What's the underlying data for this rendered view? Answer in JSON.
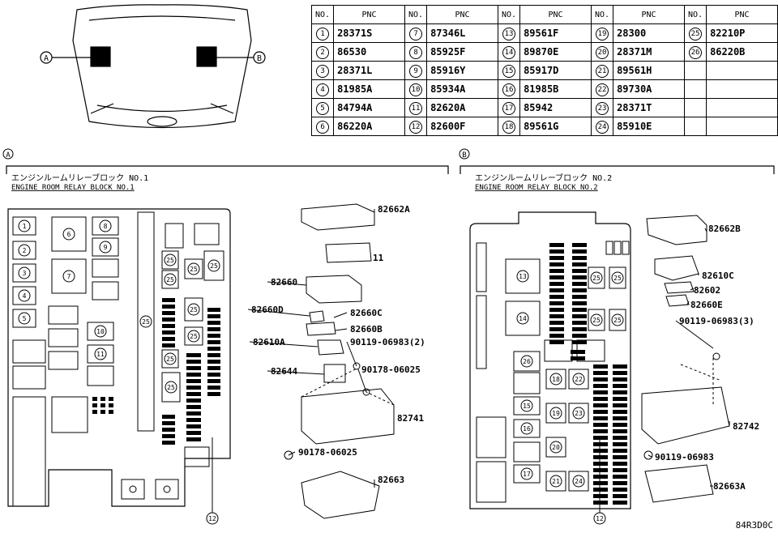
{
  "table": {
    "headers": {
      "no": "NO.",
      "pnc": "PNC"
    },
    "rows": [
      [
        {
          "no": "1",
          "pnc": "28371S"
        },
        {
          "no": "7",
          "pnc": "87346L"
        },
        {
          "no": "13",
          "pnc": "89561F"
        },
        {
          "no": "19",
          "pnc": "28300"
        },
        {
          "no": "25",
          "pnc": "82210P"
        }
      ],
      [
        {
          "no": "2",
          "pnc": "86530"
        },
        {
          "no": "8",
          "pnc": "85925F"
        },
        {
          "no": "14",
          "pnc": "89870E"
        },
        {
          "no": "20",
          "pnc": "28371M"
        },
        {
          "no": "26",
          "pnc": "86220B"
        }
      ],
      [
        {
          "no": "3",
          "pnc": "28371L"
        },
        {
          "no": "9",
          "pnc": "85916Y"
        },
        {
          "no": "15",
          "pnc": "85917D"
        },
        {
          "no": "21",
          "pnc": "89561H"
        }
      ],
      [
        {
          "no": "4",
          "pnc": "81985A"
        },
        {
          "no": "10",
          "pnc": "85934A"
        },
        {
          "no": "16",
          "pnc": "81985B"
        },
        {
          "no": "22",
          "pnc": "89730A"
        }
      ],
      [
        {
          "no": "5",
          "pnc": "84794A"
        },
        {
          "no": "11",
          "pnc": "82620A"
        },
        {
          "no": "17",
          "pnc": "85942"
        },
        {
          "no": "23",
          "pnc": "28371T"
        }
      ],
      [
        {
          "no": "6",
          "pnc": "86220A"
        },
        {
          "no": "12",
          "pnc": "82600F"
        },
        {
          "no": "18",
          "pnc": "89561G"
        },
        {
          "no": "24",
          "pnc": "85910E"
        }
      ]
    ]
  },
  "car": {
    "marker_a": "A",
    "marker_b": "B"
  },
  "section_a": {
    "marker": "A",
    "title_jp": "エンジンルームリレーブロック NO.1",
    "title_en": "ENGINE ROOM RELAY BLOCK NO.1",
    "parts": [
      "82662A",
      "11",
      "82660",
      "82660D",
      "82660C",
      "82660B",
      "82610A",
      "90119-06983(2)",
      "82644",
      "90178-06025",
      "82741",
      "90178-06025",
      "82663"
    ],
    "bottom_callout": "12"
  },
  "section_b": {
    "marker": "B",
    "title_jp": "エンジンルームリレーブロック NO.2",
    "title_en": "ENGINE ROOM RELAY BLOCK NO.2",
    "parts": [
      "82662B",
      "82610C",
      "82602",
      "82660E",
      "90119-06983(3)",
      "82742",
      "90119-06983",
      "82663A"
    ],
    "bottom_callout": "12"
  },
  "block_a_labels": [
    "1",
    "2",
    "3",
    "4",
    "5",
    "6",
    "7",
    "8",
    "9",
    "10",
    "11",
    "25",
    "25",
    "25",
    "25",
    "25",
    "25",
    "25",
    "25",
    "25"
  ],
  "block_b_labels": [
    "13",
    "14",
    "25",
    "25",
    "25",
    "25",
    "26",
    "18",
    "22",
    "15",
    "19",
    "23",
    "16",
    "20",
    "17",
    "21",
    "24"
  ],
  "ref_code": "84R3D0C"
}
